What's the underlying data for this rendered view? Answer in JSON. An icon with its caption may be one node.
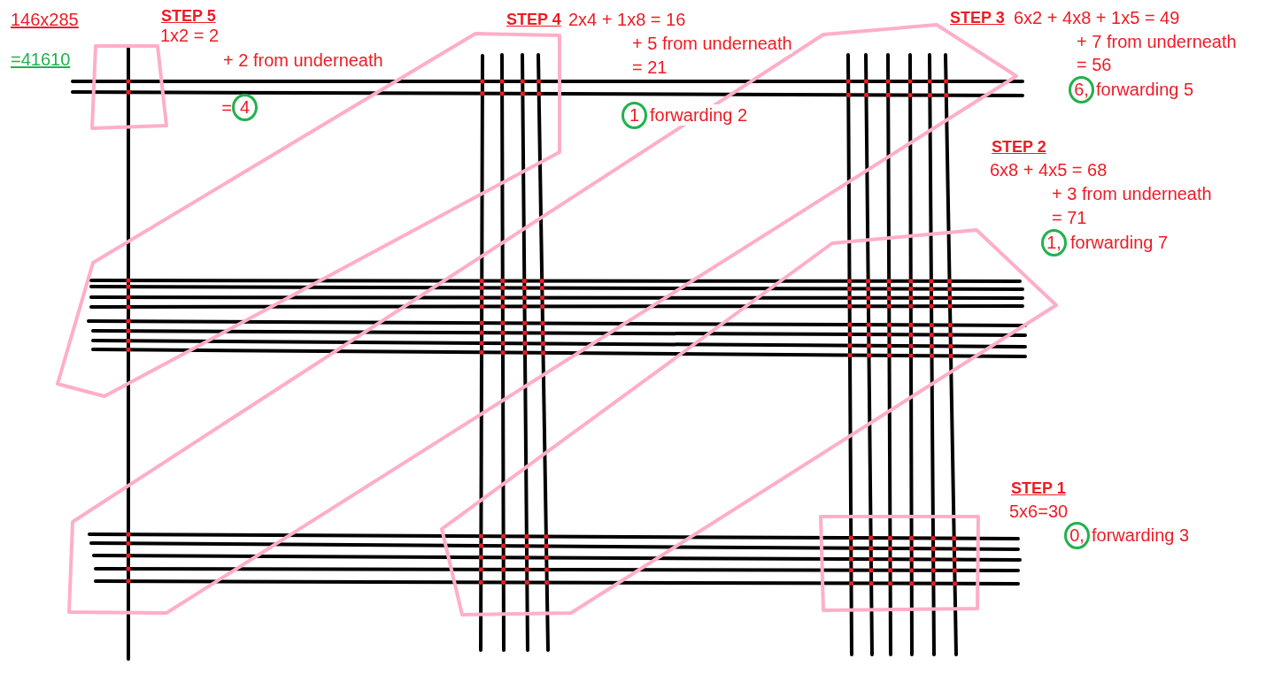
{
  "diagram": {
    "nodes": [
      {
        "text": [
          "4"
        ],
        "beside": [
          "="
        ]
      },
      {
        "text": [
          "1"
        ],
        "beside": [
          "forwarding 2"
        ]
      },
      {
        "text": [
          "6,"
        ],
        "beside": [
          "forwarding 5"
        ]
      },
      {
        "text": [
          "1,"
        ],
        "beside": [
          "forwarding 7"
        ]
      },
      {
        "text": [
          "0,"
        ],
        "beside": [
          "forwarding 3"
        ]
      }
    ],
    "labels": [
      "146x285",
      "=41610",
      "STEP 5",
      "1x2 = 2",
      "+ 2 from underneath",
      "STEP 4",
      "2x4 + 1x8 = 16",
      "+ 5 from underneath",
      "= 21",
      "STEP 3",
      "6x2 + 4x8 + 1x5 = 49",
      "+ 7 from underneath",
      "= 56",
      "STEP 2",
      "6x8 + 4x5 = 68",
      "+ 3 from underneath",
      "= 71",
      "STEP 1",
      "5x6=30"
    ]
  }
}
